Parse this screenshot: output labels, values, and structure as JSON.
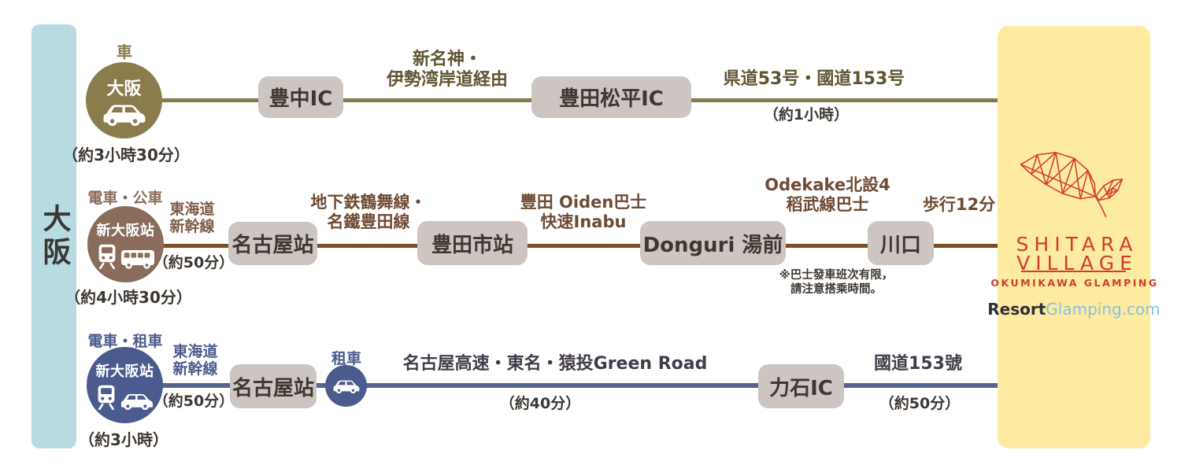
{
  "origin_bar": {
    "label": "大阪"
  },
  "destination_panel": {
    "name_line1": "SHITARA",
    "name_line2": "VILLAGE",
    "subtitle": "OKUMIKAWA GLAMPING",
    "brand_resort": "Resort",
    "brand_glamping": "Glamping.com"
  },
  "route1": {
    "mode_label": "車",
    "origin_name": "大阪",
    "total_time": "（約3小時30分）",
    "stop1": "豊中IC",
    "seg1_label_line1": "新名神・",
    "seg1_label_line2": "伊勢湾岸道経由",
    "stop2": "豊田松平IC",
    "seg2_label": "県道53号・國道153号",
    "seg2_time": "（約1小時）"
  },
  "route2": {
    "mode_label": "電車・公車",
    "origin_name": "新大阪站",
    "total_time": "（約4小時30分）",
    "seg1_label_line1": "東海道",
    "seg1_label_line2": "新幹線",
    "seg1_time": "（約50分）",
    "stop1": "名古屋站",
    "seg2_label_line1": "地下鉄鶴舞線・",
    "seg2_label_line2": "名鐵豊田線",
    "stop2": "豊田市站",
    "seg3_label_line1": "豐田 Oiden巴士",
    "seg3_label_line2": "快速Inabu",
    "stop3": "Donguri 湯前",
    "seg4_label_line1": "Odekake北設4",
    "seg4_label_line2": "稻武線巴士",
    "note_line1": "※巴士發車班次有限，",
    "note_line2": "請注意搭乘時間。",
    "stop4": "川口",
    "seg5_label": "歩行12分"
  },
  "route3": {
    "mode_label": "電車・租車",
    "origin_name": "新大阪站",
    "total_time": "（約3小時）",
    "seg1_label_line1": "東海道",
    "seg1_label_line2": "新幹線",
    "seg1_time": "（約50分）",
    "stop1": "名古屋站",
    "rental_label": "租車",
    "seg2_label": "名古屋高速・東名・猿投Green Road",
    "seg2_time": "（約40分）",
    "stop2": "力石IC",
    "seg3_label": "國道153號",
    "seg3_time": "（約50分）"
  },
  "colors": {
    "route1_accent": "#8b7c4e",
    "route1_line": "#847b4c",
    "route2_accent": "#8a6c5c",
    "route2_line": "#7b4e23",
    "route3_accent": "#4c5b8d",
    "route3_line": "#57648f",
    "stop_box_bg": "#cdc5c1",
    "text_dark": "#3e3833",
    "origin_bar_bg": "#b7dbe1",
    "destination_panel_bg": "#fdeb9f",
    "brand_red": "#d23b2e",
    "brand_blue": "#85c1e5"
  }
}
